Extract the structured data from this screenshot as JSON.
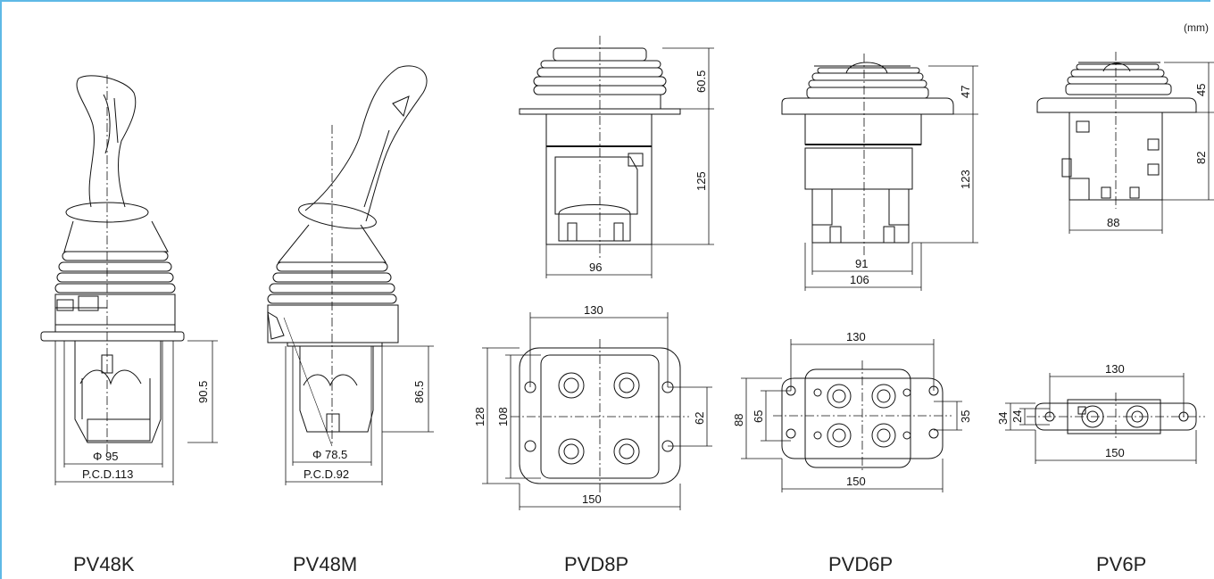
{
  "unit": "(mm)",
  "models": [
    {
      "id": "PV48K",
      "label": "PV48K",
      "dims": [
        "Φ 95",
        "P.C.D.113",
        "90.5"
      ]
    },
    {
      "id": "PV48M",
      "label": "PV48M",
      "dims": [
        "Φ 78.5",
        "P.C.D.92",
        "86.5"
      ]
    },
    {
      "id": "PVD8P",
      "label": "PVD8P",
      "dims": [
        "60.5",
        "125",
        "96",
        "130",
        "150",
        "128",
        "108",
        "62"
      ]
    },
    {
      "id": "PVD6P",
      "label": "PVD6P",
      "dims": [
        "47",
        "123",
        "91",
        "106",
        "130",
        "150",
        "88",
        "65",
        "35"
      ]
    },
    {
      "id": "PV6P",
      "label": "PV6P",
      "dims": [
        "45",
        "82",
        "88",
        "130",
        "150",
        "34",
        "24"
      ]
    }
  ]
}
